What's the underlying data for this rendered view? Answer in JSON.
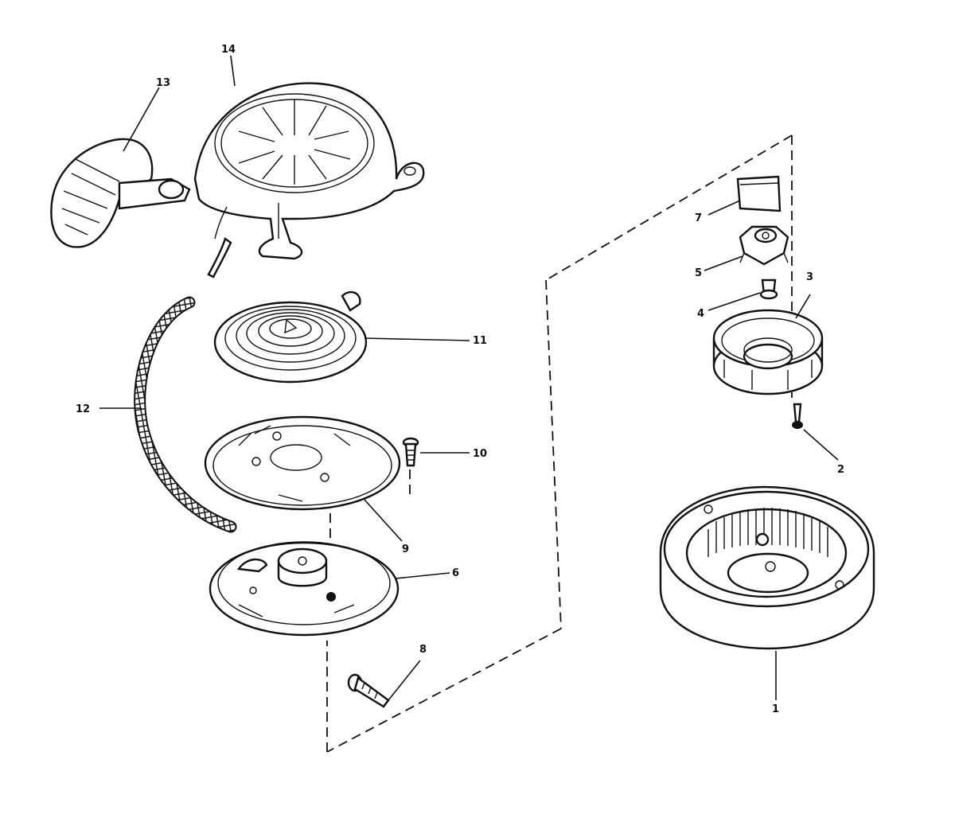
{
  "callouts": {
    "p1": "1",
    "p2": "2",
    "p3": "3",
    "p4": "4",
    "p5": "5",
    "p6": "6",
    "p7": "7",
    "p8": "8",
    "p9": "9",
    "p10": "10",
    "p11": "11",
    "p12": "12",
    "p13": "13",
    "p14": "14"
  }
}
